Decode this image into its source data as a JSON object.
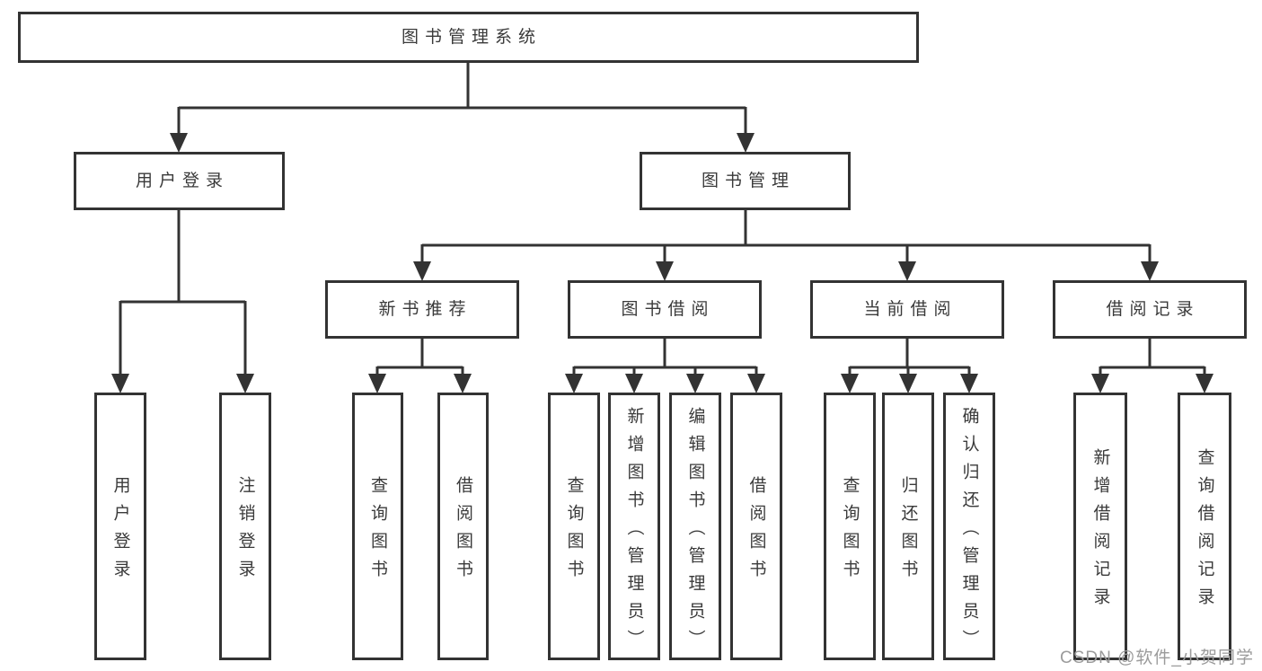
{
  "diagram": {
    "root": {
      "label": "图书管理系统"
    },
    "branches": [
      {
        "label": "用户登录",
        "children": [
          {
            "label": "用户登录"
          },
          {
            "label": "注销登录"
          }
        ]
      },
      {
        "label": "图书管理",
        "children": [
          {
            "label": "新书推荐",
            "children": [
              {
                "label": "查询图书"
              },
              {
                "label": "借阅图书"
              }
            ]
          },
          {
            "label": "图书借阅",
            "children": [
              {
                "label": "查询图书"
              },
              {
                "label": "新增图书（管理员）"
              },
              {
                "label": "编辑图书（管理员）"
              },
              {
                "label": "借阅图书"
              }
            ]
          },
          {
            "label": "当前借阅",
            "children": [
              {
                "label": "查询图书"
              },
              {
                "label": "归还图书"
              },
              {
                "label": "确认归还（管理员）"
              }
            ]
          },
          {
            "label": "借阅记录",
            "children": [
              {
                "label": "新增借阅记录"
              },
              {
                "label": "查询借阅记录"
              }
            ]
          }
        ]
      }
    ]
  },
  "watermark": {
    "text": "CSDN @软件_小贺同学",
    "color": "#9b9b9b"
  },
  "colors": {
    "line": "#333333",
    "text": "#3a3a3a",
    "background": "#ffffff"
  }
}
